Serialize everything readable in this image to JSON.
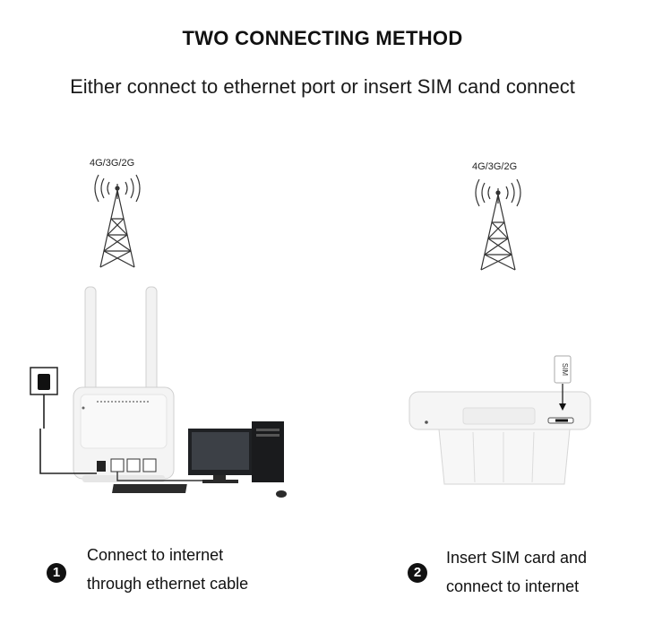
{
  "header": {
    "title": "TWO CONNECTING METHOD",
    "subtitle": "Either connect to ethernet port or insert SIM cand connect"
  },
  "methods": [
    {
      "number": "1",
      "tower_label": "4G/3G/2G",
      "text_line1": "Connect to internet",
      "text_line2": "through ethernet cable"
    },
    {
      "number": "2",
      "tower_label": "4G/3G/2G",
      "sim_label": "SIM",
      "text_line1": "Insert SIM card and",
      "text_line2": "connect to internet"
    }
  ]
}
